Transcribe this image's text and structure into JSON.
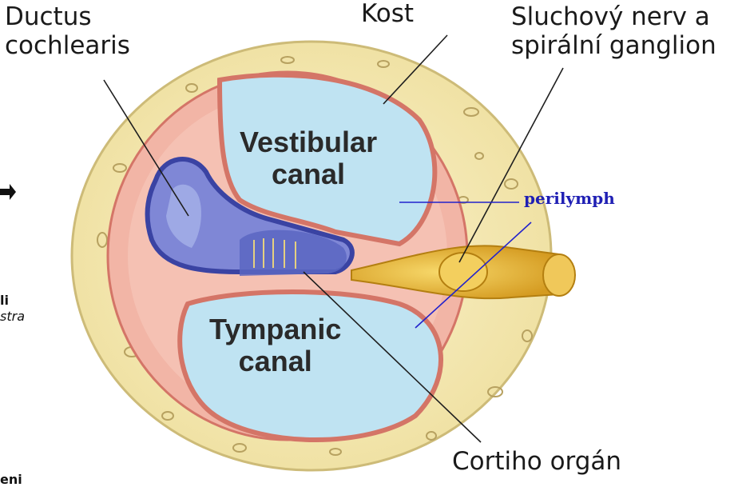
{
  "labels": {
    "ductus": "Ductus\ncochlearis",
    "kost": "Kost",
    "nerv": "Sluchový nerv a\nspirální ganglion",
    "vestibular": "Vestibular\ncanal",
    "tympanic": "Tympanic\ncanal",
    "perilymph": "perilymph",
    "corti": "Cortiho orgán"
  },
  "edge_fragments": {
    "li": "li",
    "stra": "stra",
    "eni": "eni"
  },
  "colors": {
    "bone": "#f3e8b0",
    "bone_edge": "#d8c78a",
    "membrane": "#e98a7c",
    "fluid": "#bfe3f2",
    "duct": "#4b55b6",
    "nerve": "#e6b93a",
    "pointer": "#1f1f1f",
    "perilymph_line": "#2222cc"
  }
}
